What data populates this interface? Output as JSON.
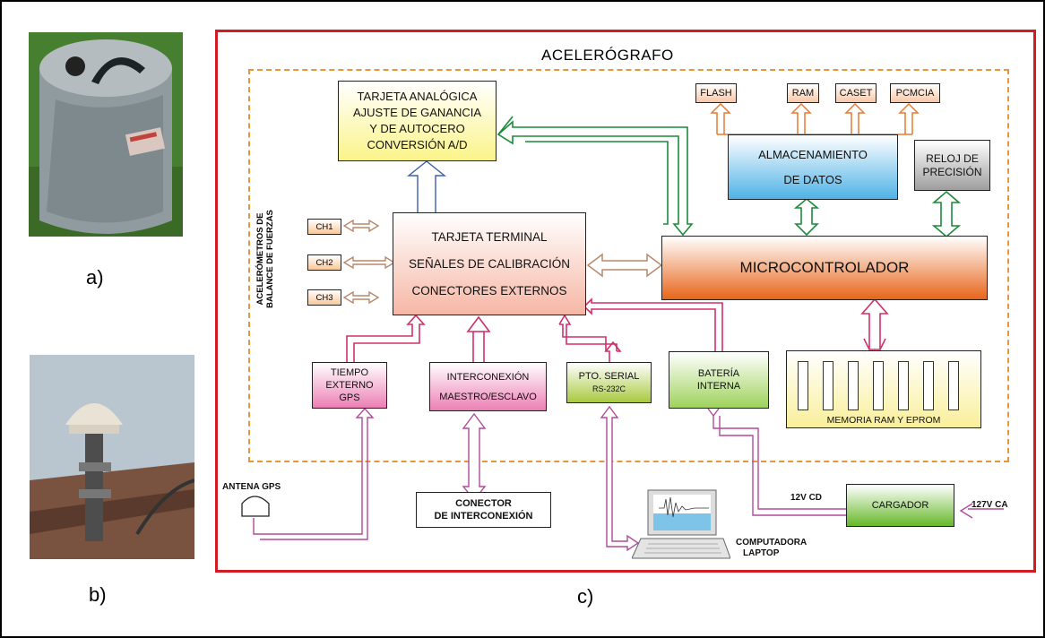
{
  "captions": {
    "a": "a)",
    "b": "b)",
    "c": "c)"
  },
  "diagram": {
    "title": "ACELERÓGRAFO",
    "analog_card": {
      "l1": "TARJETA ANALÓGICA",
      "l2": "AJUSTE DE GANANCIA",
      "l3": "Y DE AUTOCERO",
      "l4": "CONVERSIÓN A/D"
    },
    "storage_devices": [
      "FLASH",
      "RAM",
      "CASET",
      "PCMCIA"
    ],
    "storage": {
      "l1": "ALMACENAMIENTO",
      "l2": "DE DATOS"
    },
    "clock": {
      "l1": "RELOJ DE",
      "l2": "PRECISIÓN"
    },
    "sensors_label": {
      "l1": "ACELERÓMETROS DE",
      "l2": "BALANCE DE FUERZAS"
    },
    "channels": [
      "CH1",
      "CH2",
      "CH3"
    ],
    "terminal": {
      "l1": "TARJETA TERMINAL",
      "l2": "SEÑALES DE CALIBRACIÓN",
      "l3": "CONECTORES EXTERNOS"
    },
    "microcontroller": "MICROCONTROLADOR",
    "gps_time": {
      "l1": "TIEMPO",
      "l2": "EXTERNO",
      "l3": "GPS"
    },
    "interconnect": {
      "l1": "INTERCONEXIÓN",
      "l2": "MAESTRO/ESCLAVO"
    },
    "serial": {
      "l1": "PTO. SERIAL",
      "l2": "RS-232C"
    },
    "battery": {
      "l1": "BATERÍA",
      "l2": "INTERNA"
    },
    "memory": "MEMORIA RAM Y EPROM",
    "gps_antenna": "ANTENA GPS",
    "connector": {
      "l1": "CONECTOR",
      "l2": "DE INTERCONEXIÓN"
    },
    "laptop": {
      "l1": "COMPUTADORA",
      "l2": "LAPTOP"
    },
    "charger": "CARGADOR",
    "v12": "12V CD",
    "v127": "127V CA"
  }
}
